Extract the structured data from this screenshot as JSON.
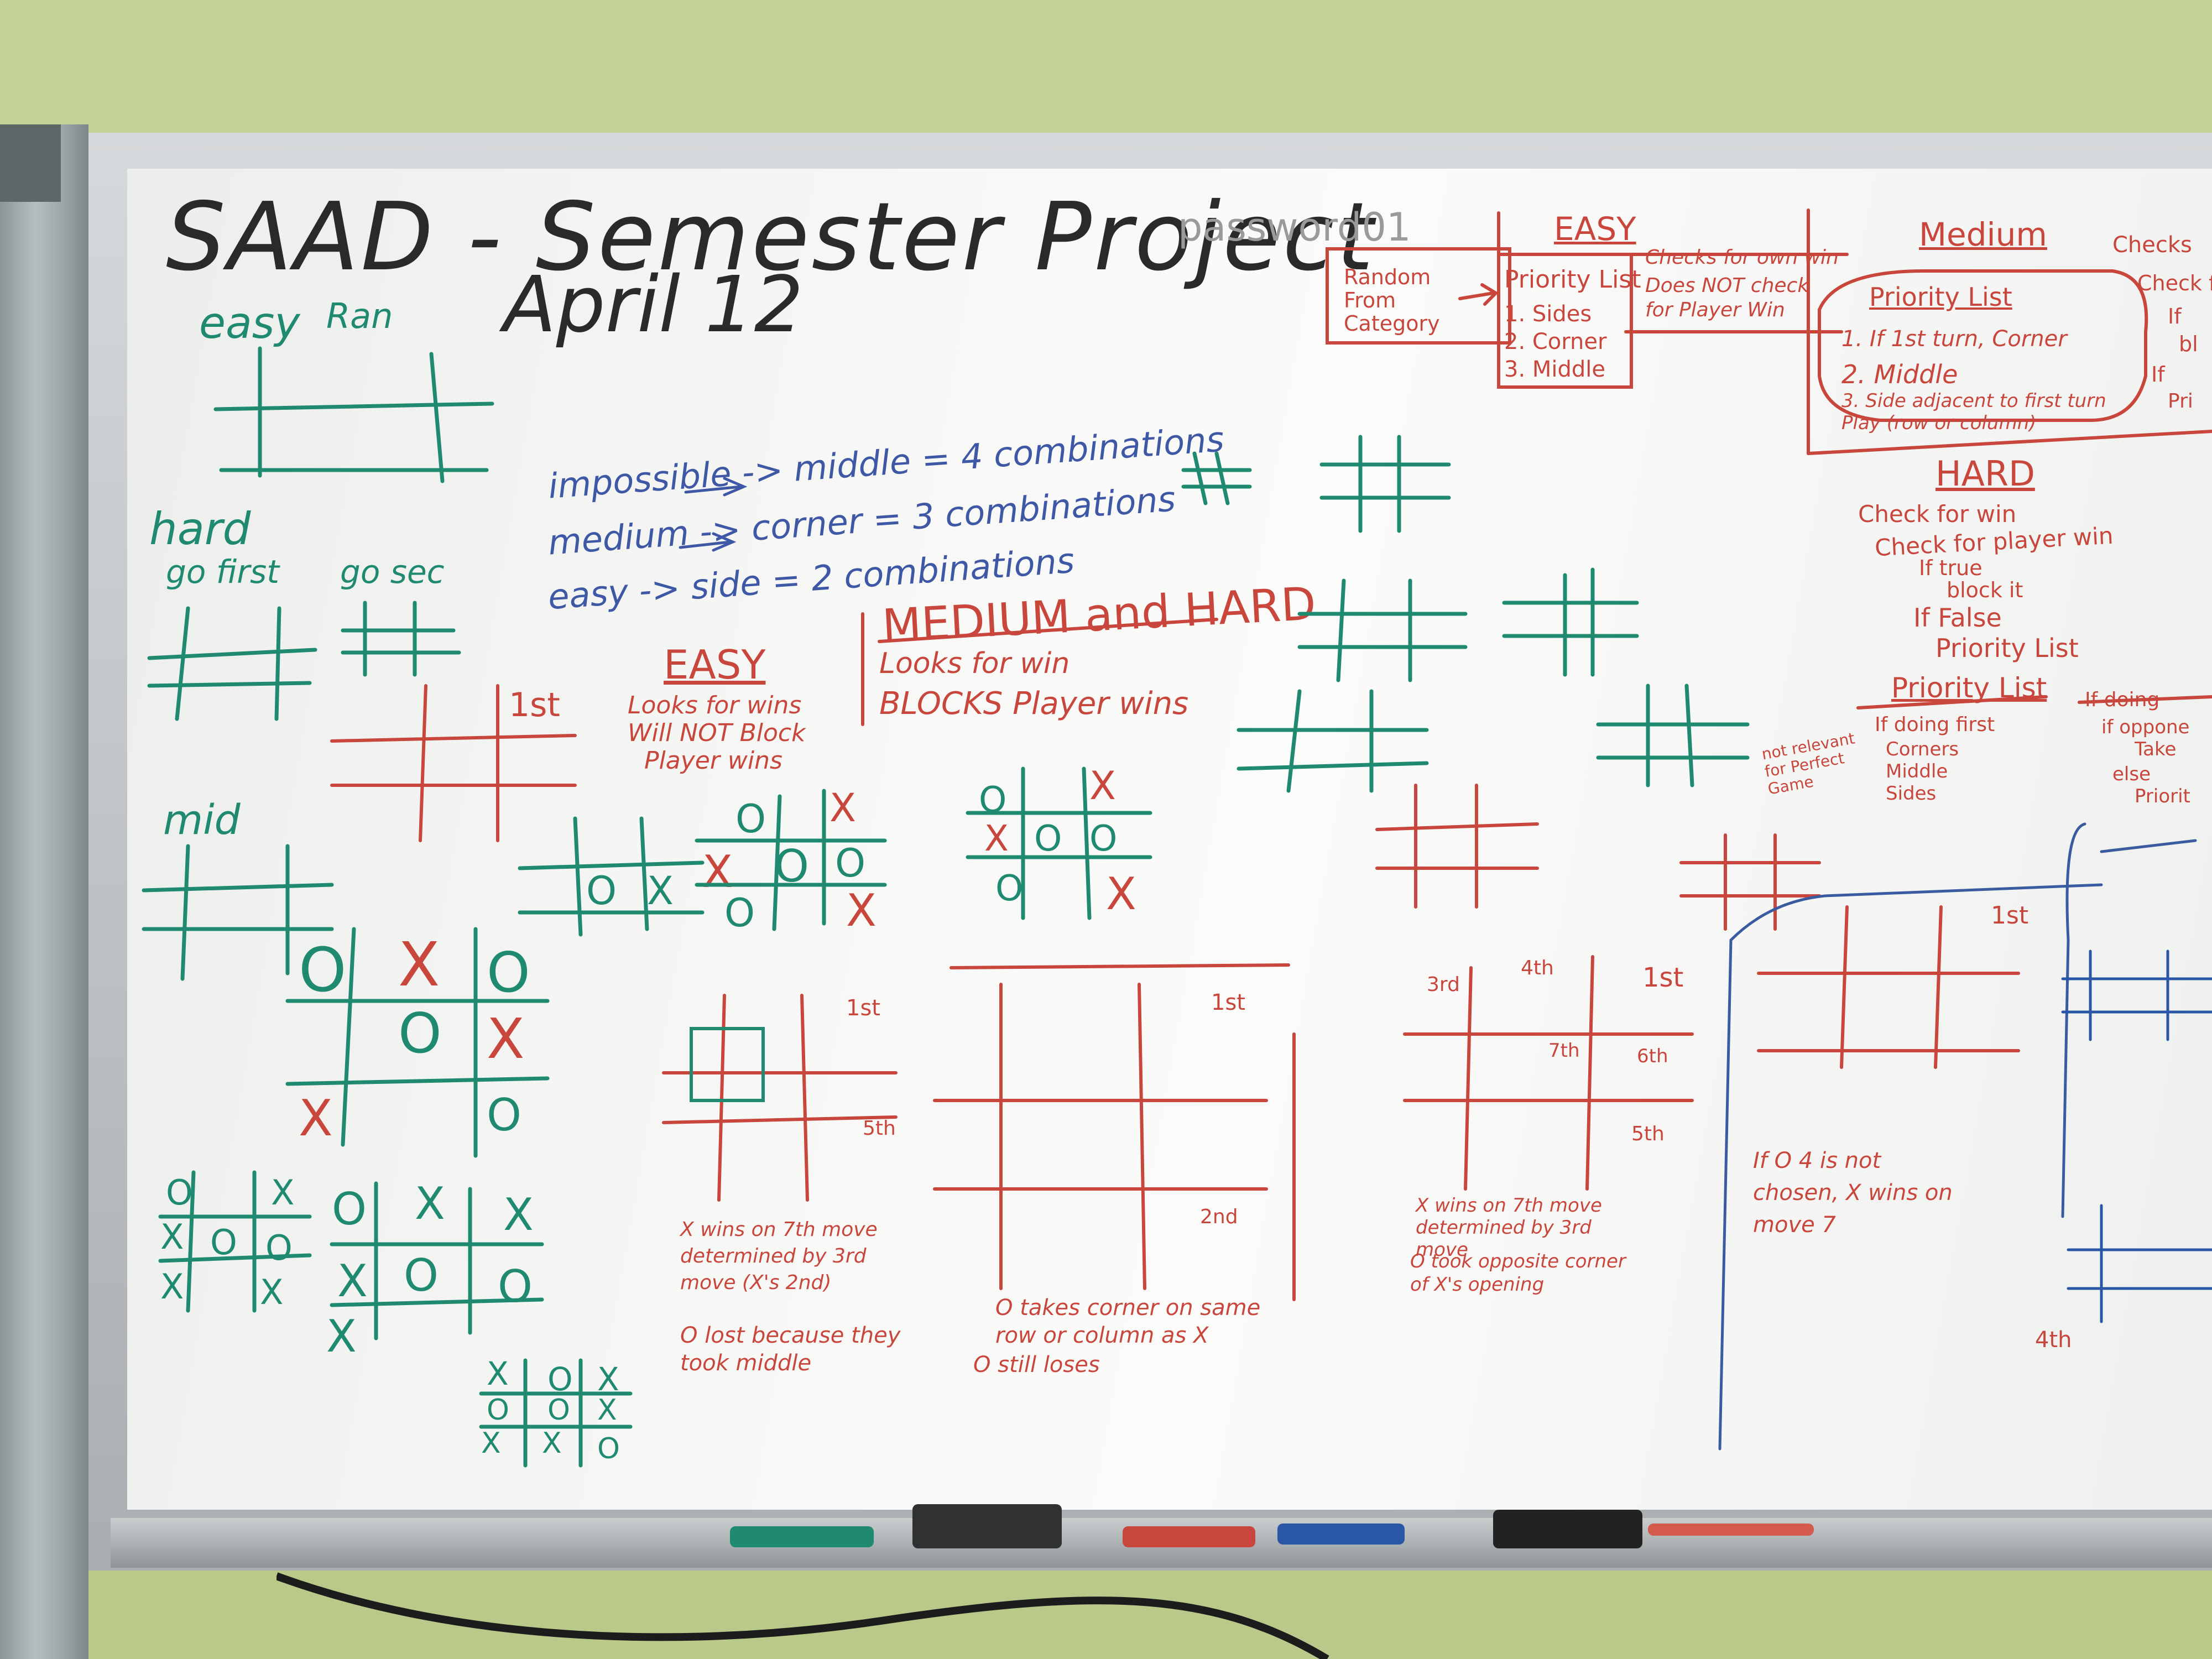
{
  "title": "SAAD - Semester Project",
  "date": "April 12",
  "password_note": "password01",
  "left_labels": {
    "easy": "easy",
    "random": "Ran",
    "hard": "hard",
    "go_first": "go first",
    "go_sec": "go sec",
    "mid": "mid"
  },
  "combinations": [
    "impossible -> middle = 4 combinations",
    "medium -> corner = 3 combinations",
    "easy -> side = 2 combinations"
  ],
  "easy_block": {
    "heading": "EASY",
    "lines": [
      "Looks for wins",
      "Will NOT Block",
      "Player wins"
    ]
  },
  "medium_hard_block": {
    "heading": "MEDIUM and HARD",
    "lines": [
      "Looks for win",
      "BLOCKS Player wins"
    ]
  },
  "top_right_easy": {
    "heading": "EASY",
    "random": "Random From Category",
    "priority_title": "Priority List",
    "priority_items": [
      "1. Sides",
      "2. Corner",
      "3. Middle"
    ],
    "notes": [
      "Checks for own win",
      "Does NOT check for Player Win"
    ]
  },
  "top_right_medium": {
    "heading": "Medium",
    "priority_title": "Priority List",
    "items": [
      "1. If 1st turn, Corner",
      "2. Middle",
      "3. Side adjacent to first turn Play (row or column)"
    ]
  },
  "edge_notes": [
    "Checks",
    "Check f",
    "If",
    "bl",
    "If",
    "Pri"
  ],
  "hard_block": {
    "heading": "HARD",
    "items": [
      "Check for win",
      "Check for player win",
      "If true",
      "block it",
      "If False",
      "Priority List"
    ]
  },
  "priority_list_2": {
    "heading": "Priority List",
    "items": [
      "If doing first",
      "Corners",
      "Middle",
      "Sides"
    ],
    "right_items": [
      "If doing",
      "if oppone",
      "Take",
      "else",
      "Priorit"
    ]
  },
  "not_relevant": "not relevant for Perfect Game",
  "scenario_notes": [
    "X wins on 7th move determined by 3rd move (X's 2nd)",
    "O lost because they took middle",
    "O takes corner on same row or column as X",
    "O still loses",
    "X wins on 7th move determined by 3rd move",
    "O took opposite corner of X's opening",
    "If O 4 is not chosen, X wins on move 7"
  ],
  "move_labels": [
    "1st",
    "2nd",
    "3rd",
    "4th",
    "5th",
    "6th",
    "7th"
  ],
  "grid_marks": {
    "big_red_left": [
      "O",
      "X",
      "O",
      "O",
      "X",
      "X",
      "O"
    ],
    "bottom_left_1": [
      "O",
      "X",
      "X",
      "O",
      "O",
      "X",
      "X"
    ],
    "bottom_left_2": [
      "O",
      "X",
      "X",
      "X",
      "O",
      "O",
      "X"
    ],
    "bottom_left_3": [
      "X",
      "O",
      "X",
      "O",
      "O",
      "X",
      "X",
      "X",
      "O"
    ],
    "mid_small": [
      "O",
      "X"
    ],
    "mid_green": [
      "O",
      "X",
      "X",
      "O",
      "O",
      "O",
      "X"
    ],
    "center_green": [
      "O",
      "X",
      "X",
      "O",
      "O",
      "O",
      "X"
    ]
  },
  "colors": {
    "green_marker": "#1f8a70",
    "red_marker": "#c8463c",
    "black_marker": "#2a2a2a",
    "wall": "#b9c98a",
    "board": "#f7f8f6"
  }
}
